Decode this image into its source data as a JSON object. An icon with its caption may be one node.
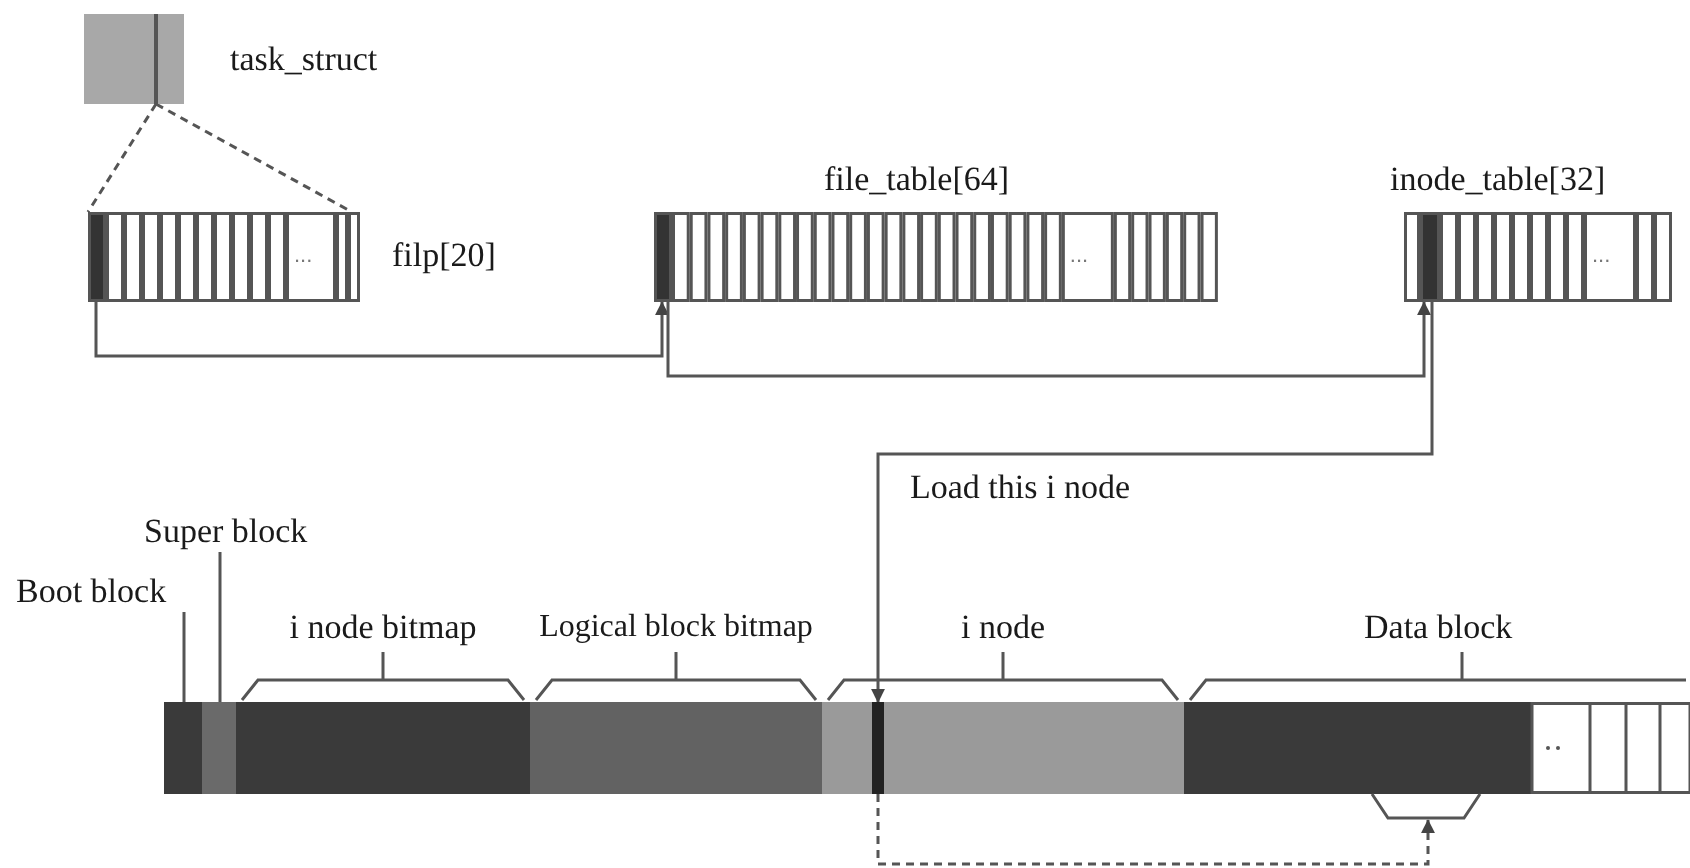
{
  "diagram": {
    "nodes": [
      {
        "text": [
          "task_struct"
        ]
      },
      {
        "text": [
          "filp[20]"
        ]
      },
      {
        "text": [
          "file_table[64]"
        ]
      },
      {
        "text": [
          "inode_table[32]"
        ]
      },
      {
        "text": [
          "Boot block"
        ]
      },
      {
        "text": [
          "Super block"
        ]
      },
      {
        "text": [
          "i node bitmap"
        ]
      },
      {
        "text": [
          "Logical block bitmap"
        ]
      },
      {
        "text": [
          "i node"
        ]
      },
      {
        "text": [],
        "shape": "bar",
        "in": 8
      },
      {
        "text": [
          "Data block"
        ]
      },
      {
        "text": [],
        "shape": "bar"
      },
      {
        "text": [],
        "shape": "bar"
      }
    ],
    "edges": [
      {
        "from": 0,
        "to": 1,
        "arrow": "none",
        "style": "dashed"
      },
      {
        "from": 0,
        "to": 1,
        "arrow": "none",
        "style": "dashed"
      },
      {
        "from": 1,
        "to": 2,
        "arrow": "to"
      },
      {
        "from": 2,
        "to": 3,
        "arrow": "to"
      },
      {
        "from": 3,
        "to": 9,
        "arrow": "to",
        "label": "Load this i node"
      },
      {
        "from": 9,
        "to": 10,
        "arrow": "to",
        "style": "dashed"
      },
      {
        "from": 4,
        "to": 11,
        "arrow": "none"
      },
      {
        "from": 5,
        "to": 12,
        "arrow": "none"
      }
    ],
    "labels": [
      "...",
      "...",
      "..."
    ]
  }
}
